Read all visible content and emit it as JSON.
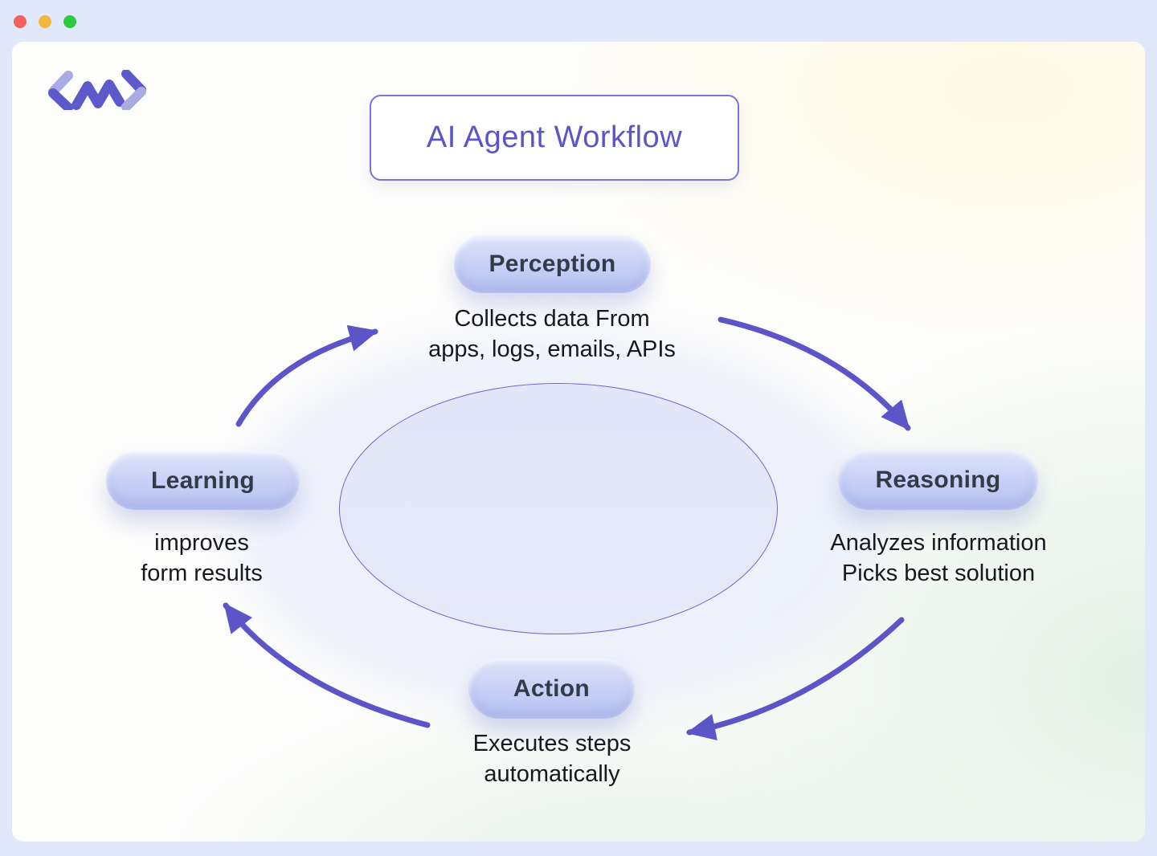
{
  "window": {
    "controls": [
      {
        "name": "close",
        "color": "#f4615a"
      },
      {
        "name": "minimize",
        "color": "#f3b73f"
      },
      {
        "name": "zoom",
        "color": "#2dc93f"
      }
    ]
  },
  "logo": {
    "name": "code-zigzag-logo"
  },
  "header": {
    "title": "AI Agent Workflow"
  },
  "nodes": {
    "perception": {
      "label": "Perception",
      "desc_line1": "Collects data From",
      "desc_line2": "apps, logs, emails, APIs"
    },
    "reasoning": {
      "label": "Reasoning",
      "desc_line1": "Analyzes information",
      "desc_line2": "Picks best solution"
    },
    "action": {
      "label": "Action",
      "desc_line1": "Executes steps",
      "desc_line2": "automatically"
    },
    "learning": {
      "label": "Learning",
      "desc_line1": "improves",
      "desc_line2": "form results"
    }
  },
  "flow": {
    "direction": "clockwise",
    "arrows": [
      {
        "from": "learning",
        "to": "perception"
      },
      {
        "from": "perception",
        "to": "reasoning"
      },
      {
        "from": "reasoning",
        "to": "action"
      },
      {
        "from": "action",
        "to": "learning"
      }
    ]
  },
  "colors": {
    "accent": "#5b55c8",
    "accent_light": "#ababe4",
    "frame": "#e2e8fc",
    "pill_gradient_top": "#dfe4fa",
    "pill_gradient_bottom": "#b7c2f1",
    "pill_text": "#333a49",
    "body_text": "#16191f",
    "ellipse_fill": "#e3e7f8",
    "ellipse_border": "#6c66c9",
    "bg_cream": "#fffae4",
    "bg_mint": "#e3f0e5"
  }
}
